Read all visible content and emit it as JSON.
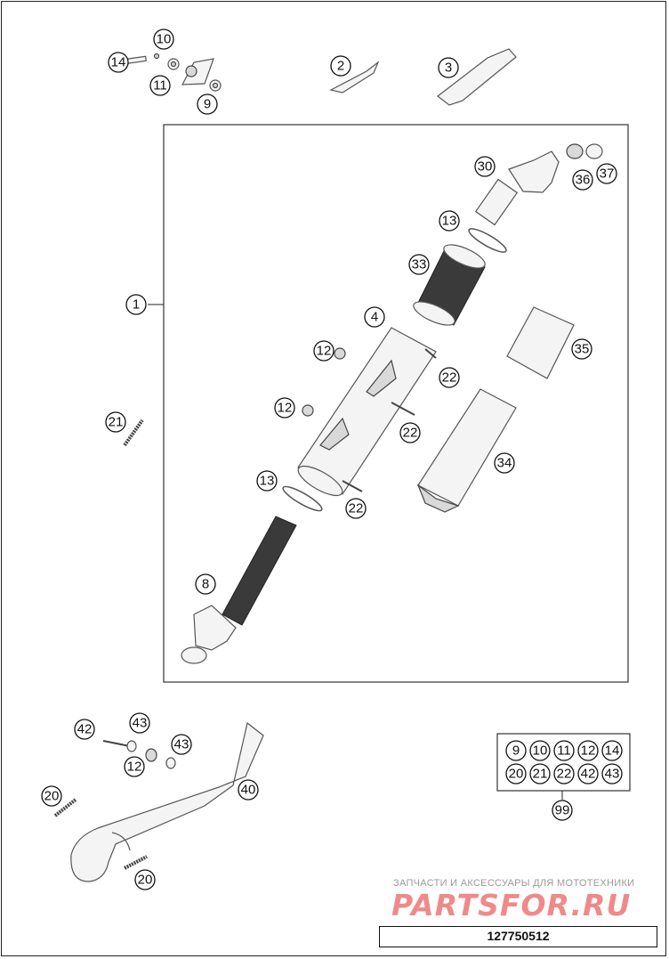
{
  "diagram": {
    "callouts": [
      "1",
      "2",
      "3",
      "4",
      "8",
      "9",
      "10",
      "11",
      "12",
      "13",
      "14",
      "20",
      "21",
      "22",
      "30",
      "33",
      "34",
      "35",
      "36",
      "37",
      "40",
      "42",
      "43",
      "99"
    ],
    "kit_box": {
      "row1": [
        "9",
        "10",
        "11",
        "12",
        "14"
      ],
      "row2": [
        "20",
        "21",
        "22",
        "42",
        "43"
      ],
      "label": "99"
    }
  },
  "watermark": {
    "subtitle": "ЗАПЧАСТИ И АКСЕССУАРЫ ДЛЯ МОТОТЕХНИКИ",
    "logo": "PARTSFOR.RU"
  },
  "reference_number": "127750512"
}
